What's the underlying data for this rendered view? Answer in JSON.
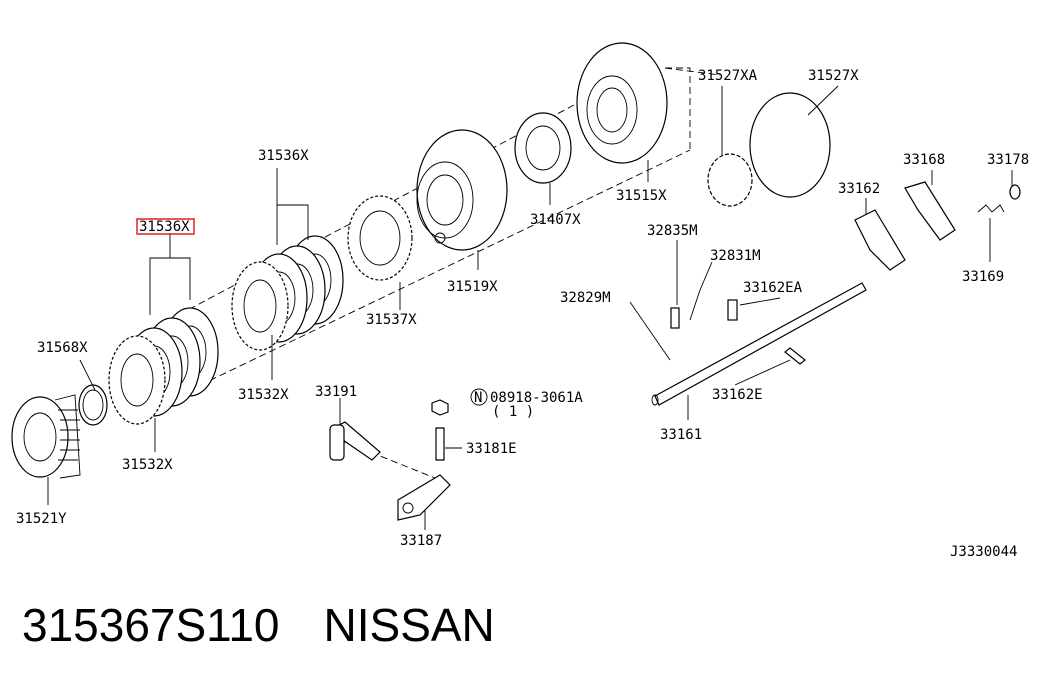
{
  "parts": {
    "p31536_upper": "31536X",
    "p31536_lower": "31536X",
    "p31527xa": "31527XA",
    "p31527x": "31527X",
    "p31515x": "31515X",
    "p31407x": "31407X",
    "p31519x": "31519X",
    "p31537x": "31537X",
    "p31568x": "31568X",
    "p31532x_upper": "31532X",
    "p31532x_lower": "31532X",
    "p31521y": "31521Y",
    "p33191": "33191",
    "p08918": "08918-3061A",
    "p08918_qty": "( 1 )",
    "p08918_prefix": "N",
    "p33181e": "33181E",
    "p33187": "33187",
    "p32835m": "32835M",
    "p32831m": "32831M",
    "p32829m": "32829M",
    "p33162ea": "33162EA",
    "p33162e": "33162E",
    "p33161": "33161",
    "p33162": "33162",
    "p33168": "33168",
    "p33178": "33178",
    "p33169": "33169"
  },
  "diagram_code": "J3330044",
  "footer": {
    "part_number": "315367S110",
    "brand": "NISSAN"
  },
  "highlight_color": "#e02020"
}
